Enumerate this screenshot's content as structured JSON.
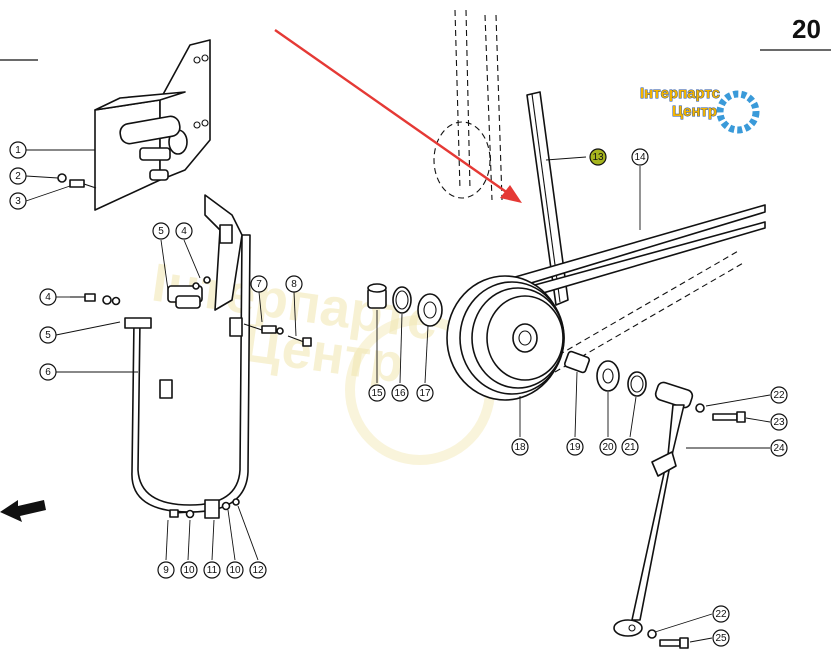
{
  "page": {
    "number": "20"
  },
  "logo": {
    "line1": "Інтерпартс",
    "line2": "Центр",
    "text_color": "#f4b400",
    "outline_color": "#1b4aa0",
    "gear_color": "#3a9ad9"
  },
  "watermark": {
    "line1": "Інтерпартс",
    "line2": "Центр",
    "color": "#f1e7b0"
  },
  "highlight": {
    "part": "13",
    "color": "#a6b51e"
  },
  "arrow": {
    "color": "#e53935"
  },
  "callouts": [
    {
      "id": "c1",
      "label": "1"
    },
    {
      "id": "c2",
      "label": "2"
    },
    {
      "id": "c3",
      "label": "3"
    },
    {
      "id": "c4a",
      "label": "4"
    },
    {
      "id": "c4b",
      "label": "4"
    },
    {
      "id": "c5a",
      "label": "5"
    },
    {
      "id": "c5b",
      "label": "5"
    },
    {
      "id": "c6",
      "label": "6"
    },
    {
      "id": "c7",
      "label": "7"
    },
    {
      "id": "c8",
      "label": "8"
    },
    {
      "id": "c9",
      "label": "9"
    },
    {
      "id": "c10a",
      "label": "10"
    },
    {
      "id": "c11",
      "label": "11"
    },
    {
      "id": "c10b",
      "label": "10"
    },
    {
      "id": "c12",
      "label": "12"
    },
    {
      "id": "c13",
      "label": "13"
    },
    {
      "id": "c14",
      "label": "14"
    },
    {
      "id": "c15",
      "label": "15"
    },
    {
      "id": "c16",
      "label": "16"
    },
    {
      "id": "c17",
      "label": "17"
    },
    {
      "id": "c18",
      "label": "18"
    },
    {
      "id": "c19",
      "label": "19"
    },
    {
      "id": "c20",
      "label": "20"
    },
    {
      "id": "c21",
      "label": "21"
    },
    {
      "id": "c22a",
      "label": "22"
    },
    {
      "id": "c23",
      "label": "23"
    },
    {
      "id": "c24",
      "label": "24"
    },
    {
      "id": "c22b",
      "label": "22"
    },
    {
      "id": "c25",
      "label": "25"
    }
  ]
}
